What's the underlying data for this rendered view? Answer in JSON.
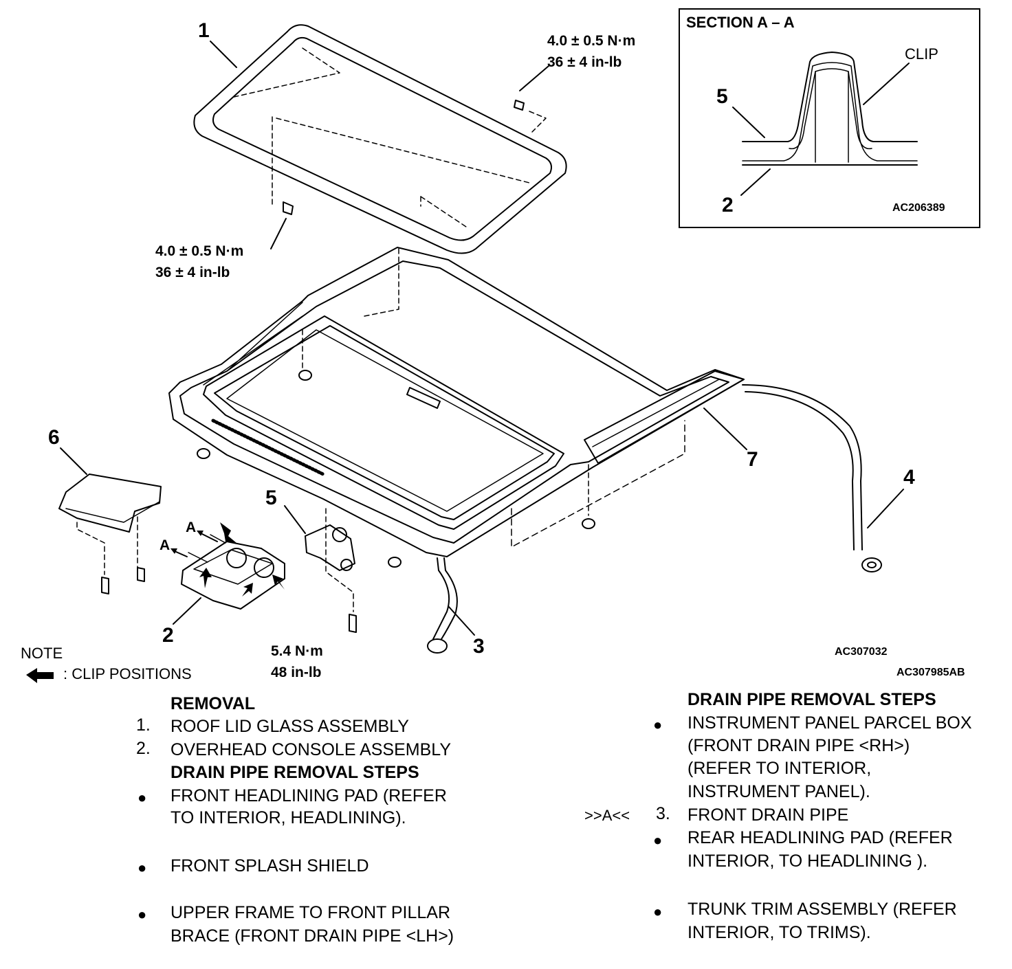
{
  "callouts": {
    "c1": "1",
    "c2": "2",
    "c3": "3",
    "c4": "4",
    "c5": "5",
    "c6": "6",
    "c7": "7"
  },
  "torque": {
    "glass_front_nm": "4.0 ± 0.5 N·m",
    "glass_front_inlb": "36 ± 4 in-lb",
    "glass_rear_nm": "4.0 ± 0.5 N·m",
    "glass_rear_inlb": "36 ± 4 in-lb",
    "motor_nm": "5.4 N·m",
    "motor_inlb": "48 in-lb"
  },
  "section": {
    "title": "SECTION A – A",
    "clip_label": "CLIP",
    "num_5": "5",
    "num_2": "2",
    "code": "AC206389"
  },
  "arrow_labels": {
    "a1": "A",
    "a2": "A"
  },
  "note": {
    "title": "NOTE",
    "text": ": CLIP POSITIONS"
  },
  "codes": {
    "c1": "AC307032",
    "c2": "AC307985AB"
  },
  "left_list": {
    "heading": "REMOVAL",
    "item1_num": "1.",
    "item1": "ROOF LID GLASS ASSEMBLY",
    "item2_num": "2.",
    "item2": "OVERHEAD CONSOLE ASSEMBLY",
    "subheading": "DRAIN PIPE REMOVAL STEPS",
    "b1_line1": "FRONT HEADLINING PAD (REFER",
    "b1_line2": "TO  INTERIOR, HEADLINING).",
    "b2": "FRONT SPLASH SHIELD",
    "b3_line1": "UPPER FRAME TO FRONT PILLAR",
    "b3_line2": "BRACE (FRONT DRAIN PIPE <LH>)"
  },
  "right_list": {
    "heading": "DRAIN PIPE REMOVAL STEPS",
    "b1_line1": "INSTRUMENT PANEL PARCEL BOX",
    "b1_line2": "(FRONT DRAIN PIPE <RH>)",
    "b1_line3": "(REFER TO INTERIOR,",
    "b1_line4": " INSTRUMENT PANEL).",
    "ref": ">>A<<",
    "item3_num": "3.",
    "item3": "FRONT DRAIN PIPE",
    "b2_line1": "REAR HEADLINING PAD (REFER",
    "b2_line2": "INTERIOR, TO HEADLINING ).",
    "b3_line1": "TRUNK TRIM ASSEMBLY (REFER",
    "b3_line2": " INTERIOR, TO TRIMS)."
  },
  "bullet_char": "●"
}
